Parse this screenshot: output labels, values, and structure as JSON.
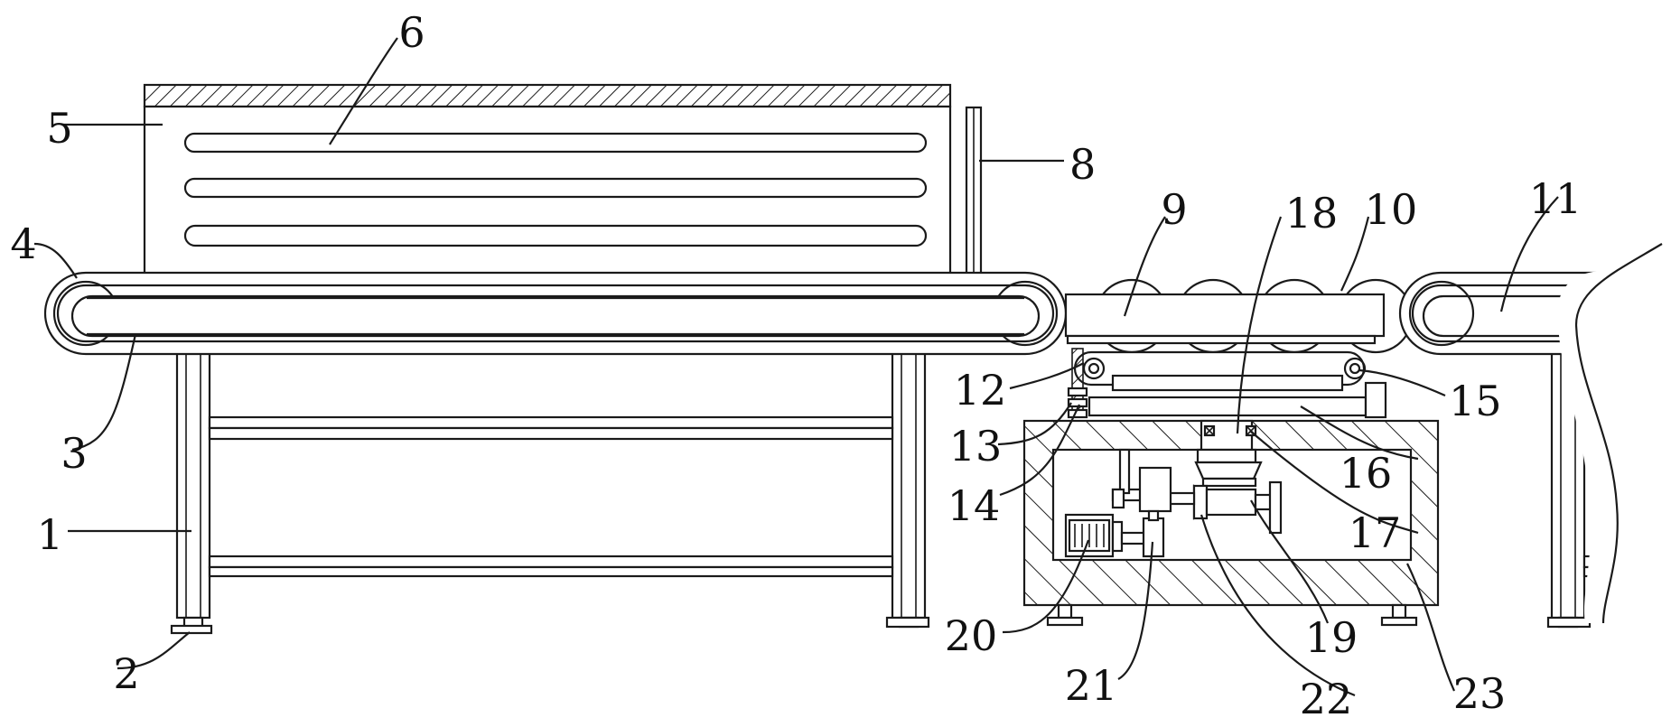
{
  "figure": {
    "labels": {
      "l1": "1",
      "l2": "2",
      "l3": "3",
      "l4": "4",
      "l5": "5",
      "l6": "6",
      "l7": "8",
      "l8": "9",
      "l9": "10",
      "l10": "11",
      "l11": "12",
      "l12": "13",
      "l13": "14",
      "l14": "15",
      "l15": "16",
      "l16": "17",
      "l17": "18",
      "l18": "19",
      "l19": "20",
      "l20": "21",
      "l21": "22",
      "l22": "23"
    }
  }
}
